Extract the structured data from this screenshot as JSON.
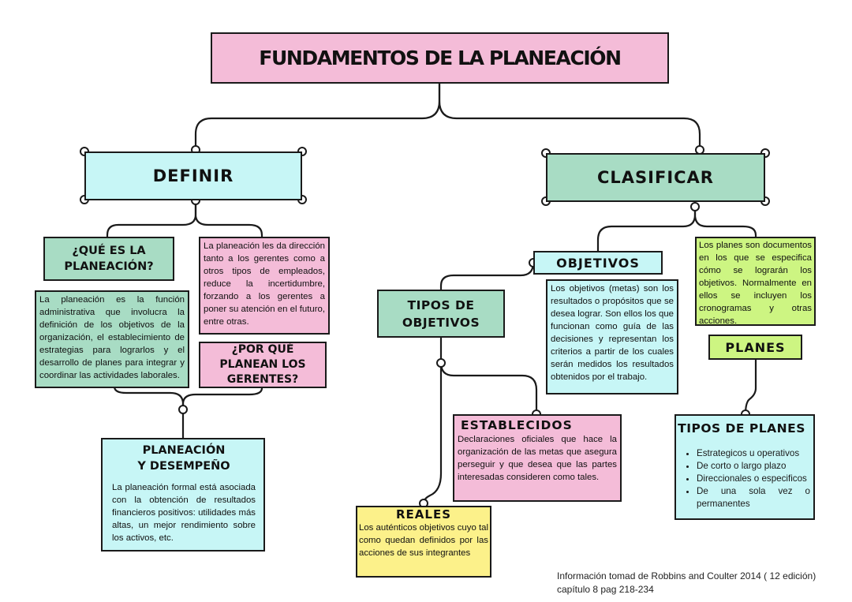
{
  "main_title": "FUNDAMENTOS DE LA PLANEACIÓN",
  "definir": {
    "title": "DEFINIR",
    "que_es": {
      "title_line1": "¿QUÉ ES LA",
      "title_line2": "PLANEACIÓN?",
      "text": "La planeación es la función administrativa que involucra la definición de los objetivos de la organización, el establecimiento de estrategias para lograrlos y el desarrollo de planes para integrar y coordinar las actividades laborales."
    },
    "por_que_text": "La planeación les da dirección tanto a los gerentes como a otros tipos de empleados, reduce la incertidumbre, forzando a los gerentes a poner su atención en el futuro, entre otras.",
    "por_que": {
      "title_line1": "¿POR QUÉ",
      "title_line2": "PLANEAN LOS",
      "title_line3": "GERENTES?"
    },
    "desempeno": {
      "title_line1": "PLANEACIÓN",
      "title_line2": "Y DESEMPEÑO",
      "text": "La planeación formal está asociada con la obtención de resultados financieros positivos: utilidades más altas, un mejor rendimiento sobre los activos, etc."
    }
  },
  "clasificar": {
    "title": "CLASIFICAR",
    "objetivos": {
      "title": "OBJETIVOS",
      "text": "Los objetivos (metas) son los resultados o propósitos que se desea lograr. Son ellos los que funcionan como guía de las decisiones y representan los criterios a partir de los cuales serán medidos los resultados obtenidos por el trabajo."
    },
    "tipos_objetivos": {
      "title_line1": "TIPOS DE",
      "title_line2": "OBJETIVOS"
    },
    "establecidos": {
      "title": "ESTABLECIDOS",
      "text": "Declaraciones oficiales que hace la organización de las metas que asegura perseguir y que desea que las partes interesadas consideren como tales."
    },
    "reales": {
      "title": "REALES",
      "text": "Los auténticos objetivos cuyo tal como quedan definidos por las acciones de sus integrantes"
    },
    "planes": {
      "text": "Los planes son documentos en los que se especifica cómo se lograrán los objetivos. Normalmente en ellos se incluyen los cronogramas y otras acciones.",
      "title": "PLANES"
    },
    "tipos_planes": {
      "title": "TIPOS DE PLANES",
      "items": [
        "Estrategicos u operativos",
        "De corto o largo plazo",
        "Direccionales o especificos",
        "De una sola vez o permanentes"
      ]
    }
  },
  "footer": {
    "line1": "Información tomad de Robbins and Coulter 2014 ( 12 edición)",
    "line2": "capítulo 8 pag 218-234"
  },
  "colors": {
    "pink": "#f4bcd8",
    "cyan": "#c7f6f6",
    "mint": "#a8dcc4",
    "lime": "#cdf582",
    "yellow": "#fcf18a",
    "line": "#1a1a1a"
  }
}
